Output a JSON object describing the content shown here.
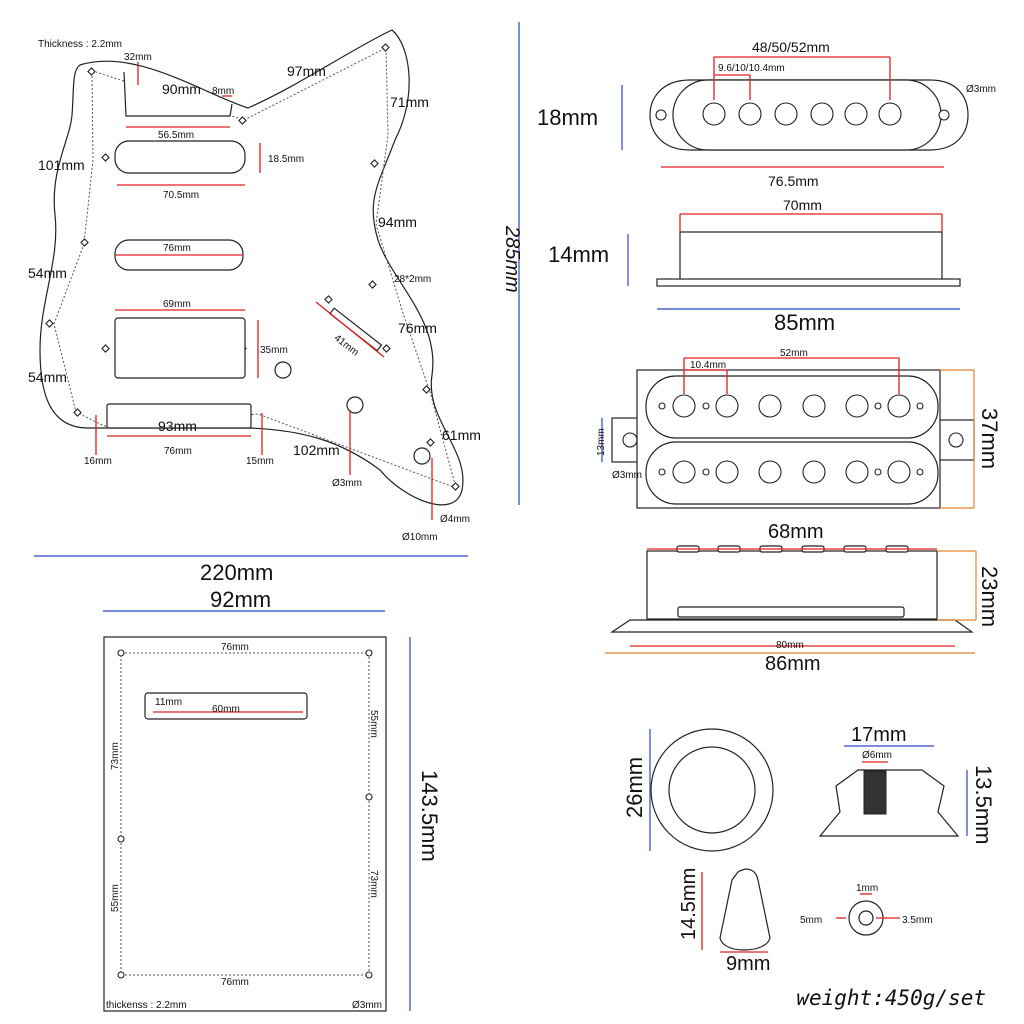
{
  "pickguard": {
    "thickness": "Thickness : 2.2mm",
    "d_32": "32mm",
    "d_90": "90mm",
    "d_8": "8mm",
    "d_56_5": "56.5mm",
    "d_97": "97mm",
    "d_71": "71mm",
    "d_101": "101mm",
    "d_18_5": "18.5mm",
    "d_70_5": "70.5mm",
    "d_94": "94mm",
    "d_76a": "76mm",
    "d_54a": "54mm",
    "d_285": "285mm",
    "d_28x2": "28*2mm",
    "d_69": "69mm",
    "d_41": "41mm",
    "d_76b": "76mm",
    "d_35": "35mm",
    "d_54b": "54mm",
    "d_93": "93mm",
    "d_61": "61mm",
    "d_16": "16mm",
    "d_76c": "76mm",
    "d_15": "15mm",
    "d_102": "102mm",
    "d_dia3": "Ø3mm",
    "d_dia4": "Ø4mm",
    "d_dia10": "Ø10mm",
    "d_220": "220mm"
  },
  "backplate": {
    "d_92": "92mm",
    "d_76top": "76mm",
    "d_11": "11mm",
    "d_60": "60mm",
    "d_55r": "55mm",
    "d_73l": "73mm",
    "d_73r": "73mm",
    "d_55l": "55mm",
    "d_76bot": "76mm",
    "d_143_5": "143.5mm",
    "thickness": "thickenss : 2.2mm",
    "d_dia3": "Ø3mm"
  },
  "single_coil": {
    "d_48": "48/50/52mm",
    "d_9_6": "9.6/10/10.4mm",
    "d_dia3": "Ø3mm",
    "d_18": "18mm",
    "d_76_5": "76.5mm",
    "d_70": "70mm",
    "d_14": "14mm",
    "d_85": "85mm"
  },
  "humbucker": {
    "d_52": "52mm",
    "d_10_4": "10.4mm",
    "d_37": "37mm",
    "d_13": "13mm",
    "d_dia3": "Ø3mm",
    "d_68": "68mm",
    "d_23": "23mm",
    "d_80": "80mm",
    "d_86": "86mm"
  },
  "knobs": {
    "d_26": "26mm",
    "d_17": "17mm",
    "d_dia6": "Ø6mm",
    "d_13_5": "13.5mm",
    "d_14_5": "14.5mm",
    "d_9": "9mm",
    "d_1": "1mm",
    "d_5": "5mm",
    "d_3_5": "3.5mm"
  },
  "weight": "weight:450g/set",
  "colors": {
    "dimension_red": "#e02020",
    "dimension_blue": "#2b45c8",
    "dimension_orange": "#e8842c"
  }
}
